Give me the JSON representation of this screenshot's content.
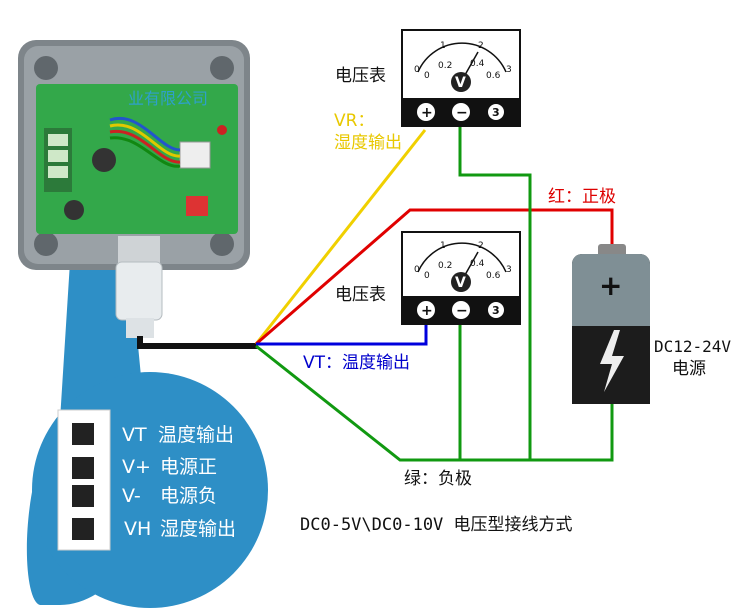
{
  "watermark": "业有限公司",
  "meter_top": {
    "label": "电压表",
    "scale": [
      "0",
      "1",
      "2",
      "3",
      "0",
      "0.2",
      "0.4",
      "0.6"
    ],
    "symbol": "V",
    "terminals": [
      "+",
      "−",
      "3"
    ]
  },
  "meter_mid": {
    "label": "电压表",
    "scale": [
      "0",
      "1",
      "2",
      "3",
      "0",
      "0.2",
      "0.4",
      "0.6"
    ],
    "symbol": "V",
    "terminals": [
      "+",
      "−",
      "3"
    ]
  },
  "labels": {
    "vr_line1": "VR：",
    "vr_line2": "湿度输出",
    "red_positive": "红：正极",
    "vt_output": "VT：温度输出",
    "green_negative": "绿：负极",
    "power_line1": "DC12-24V",
    "power_line2": "电源",
    "caption": "DC0-5V\\DC0-10V 电压型接线方式"
  },
  "battery": {
    "plus": "+"
  },
  "pins": [
    {
      "code": "VT",
      "desc": "温度输出"
    },
    {
      "code": "V+",
      "desc": "电源正"
    },
    {
      "code": "V-",
      "desc": "电源负"
    },
    {
      "code": "VH",
      "desc": "湿度输出"
    }
  ],
  "colors": {
    "yellow_wire": "#f0d000",
    "red_wire": "#e00000",
    "blue_wire": "#0000dd",
    "green_wire": "#119911",
    "bubble": "#2e8fc6",
    "vr_text": "#e8c800",
    "red_text": "#dd0000",
    "blue_text": "#0000cc",
    "pcb": "#2fa046",
    "enclosure": "#8a9095"
  }
}
